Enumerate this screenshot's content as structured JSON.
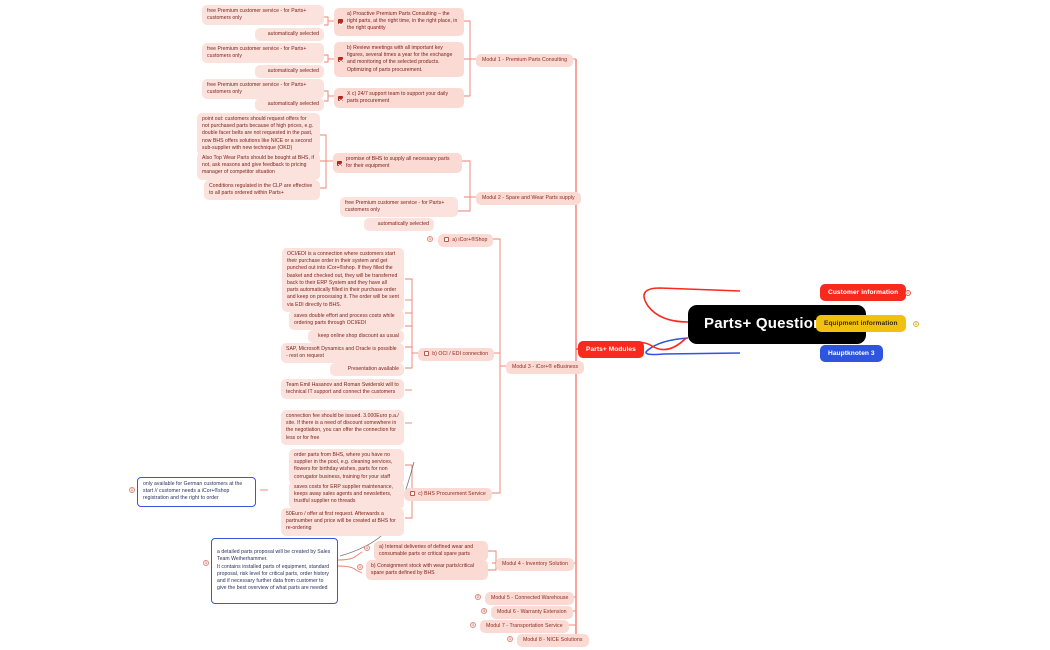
{
  "app": {
    "title": "Parts+ Questionaire"
  },
  "center": {
    "label": "Parts+ Questionaire"
  },
  "main_branches": [
    {
      "id": "parts-modules",
      "label": "Parts+ Modules",
      "color": "#f8291d"
    },
    {
      "id": "customer-information",
      "label": "Customer information",
      "color": "#f8291d"
    },
    {
      "id": "equipment-information",
      "label": "Equipment information",
      "color": "#f2c010"
    },
    {
      "id": "hauptknoten-3",
      "label": "Hauptknoten 3",
      "color": "#2f55e0"
    }
  ],
  "modules": [
    {
      "id": "modul-1",
      "label": "Modul 1 - Premium Parts Consulting"
    },
    {
      "id": "modul-2",
      "label": "Modul 2 - Spare and Wear Parts supply"
    },
    {
      "id": "modul-3",
      "label": "Modul 3 - iCor+® eBusiness"
    },
    {
      "id": "modul-4",
      "label": "Modul 4 - Inventory Solution"
    },
    {
      "id": "modul-5",
      "label": "Modul 5 - Connected Warehouse"
    },
    {
      "id": "modul-6",
      "label": "Modul 6 - Warranty Extension"
    },
    {
      "id": "modul-7",
      "label": "Modul 7 - Transportation Service"
    },
    {
      "id": "modul-8",
      "label": "Modul 8 - NICE Solutions"
    }
  ],
  "modul1": {
    "items": [
      {
        "id": "m1-a",
        "checkbox": "checked",
        "label": "a) Proactive Premium Parts Consulting – the right parts, at the right time, in the right place, in the right quantity",
        "notes": [
          "free Premium customer service - for Parts+ customers only",
          "automatically selected"
        ]
      },
      {
        "id": "m1-b",
        "checkbox": "checked",
        "label": "b) Review meetings with all important key figures, several times a year for the exchange and monitoring of the selected products. Optimizing of parts procurement.",
        "notes": [
          "free Premium customer service - for Parts+ customers only",
          "automatically selected"
        ]
      },
      {
        "id": "m1-c",
        "checkbox": "checked",
        "label": "X c) 24/7 support team to support your daily parts procurement",
        "notes": [
          "free Premium customer service - for Parts+ customers only",
          "automatically selected"
        ]
      }
    ]
  },
  "modul2": {
    "promise": {
      "id": "m2-promise",
      "checkbox": "checked",
      "label": "promise of BHS to supply all necessary parts for their equipment",
      "notes": [
        "point out: customers should request offers for not purchased parts because of high prices, e.g. double facer belts are not requested in the past, now BHS offers solutions like NICE or a second sub-supplier with new technique (OKD)",
        "Also Top Wear Parts should be bought at BHS, if not, ask reasons and give feedback to pricing manager of competitor situation",
        "Conditions regulated in the CLP are effective to all parts ordered within Parts+"
      ]
    },
    "extra_notes": [
      "free Premium customer service - for Parts+ customers only",
      "automatically selected"
    ]
  },
  "modul3": {
    "items": [
      {
        "id": "m3-a",
        "checkbox": "unchecked",
        "label": "a) iCor+®Shop",
        "collapse": "1",
        "notes": []
      },
      {
        "id": "m3-b",
        "checkbox": "unchecked",
        "label": "b) OCI / EDI connection",
        "notes": [
          "OCI/EDI is a connection where customers start their purchase order in their system and get punched out into iCor+®shop. If they filled the basket and checked out, they will be transferred back to their ERP System and they have all parts automatically filled in their purchase order and keep on processing it. The order will be sent via EDI directly to BHS.",
          "saves double effort and process costs while ordering parts through OCI/EDI",
          "keep online shop discount as usual",
          "SAP, Microsoft Dynamics and Oracle is possible - rest on request",
          "Presentation available",
          "Team Emil Hasanov and Roman Swiderski will to technical IT support and connect the customers",
          "connection fee should be issued. 3.000Euro p.a./ site. If there is a need of discount somewhere in the negotiation, you can offer the connection for less or for free"
        ]
      },
      {
        "id": "m3-c",
        "checkbox": "unchecked",
        "label": "c) BHS Procurement Service",
        "notes": [
          "order parts from BHS, where you have no supplier in the pool, e.g. cleaning services, flowers for birthday wishes, parts for non corrugator business, training for your staff",
          "saves costs for ERP supplier maintenance, keeps away sales agents and newsletters, trustful supplier no threads",
          "50Euro / offer at first request. Afterwards a partnumber and price will be created at BHS for re-ordering"
        ]
      }
    ],
    "side_note": "only available for German customers at the start // customer needs a iCor+®shop registration and the right to order"
  },
  "modul4": {
    "items": [
      {
        "id": "m4-a",
        "label": "a) Internal deliveries of defined wear and consumable parts or critical spare parts",
        "collapse": "1"
      },
      {
        "id": "m4-b",
        "label": "b) Consignment stock with wear parts/critical spare parts defined by BHS",
        "collapse": "1"
      }
    ],
    "proposal_note": "a detailed parts proposal will be created by Sales Team Weiherhammer.\nIt contains installed parts of equipment, standard proposal, risk level for critical parts, order history and if necessary further data from customer to give the best overview of what parts are needed"
  },
  "icons": {
    "checked_checkbox": "checkbox-checked-icon",
    "unchecked_checkbox": "checkbox-unchecked-icon",
    "collapse_marker": "collapse-toggle-icon"
  }
}
